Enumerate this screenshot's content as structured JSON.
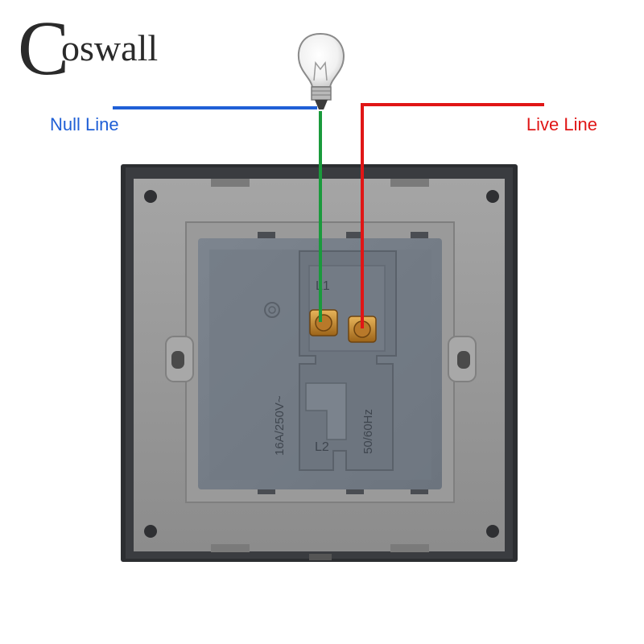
{
  "brand": {
    "logo_initial": "C",
    "logo_rest": "oswall"
  },
  "labels": {
    "null_line": "Null Line",
    "live_line": "Live Line"
  },
  "terminals": {
    "l1": "L1",
    "l2": "L2"
  },
  "markings": {
    "rating": "16A/250V~",
    "frequency": "50/60Hz"
  },
  "colors": {
    "null_wire": "#1f5fd6",
    "live_wire": "#e01616",
    "load_wire": "#1a9a3c",
    "terminal_brass": "#c98a2e"
  },
  "icons": {
    "bulb": "light-bulb-icon",
    "certification": "ccc-mark-icon"
  }
}
